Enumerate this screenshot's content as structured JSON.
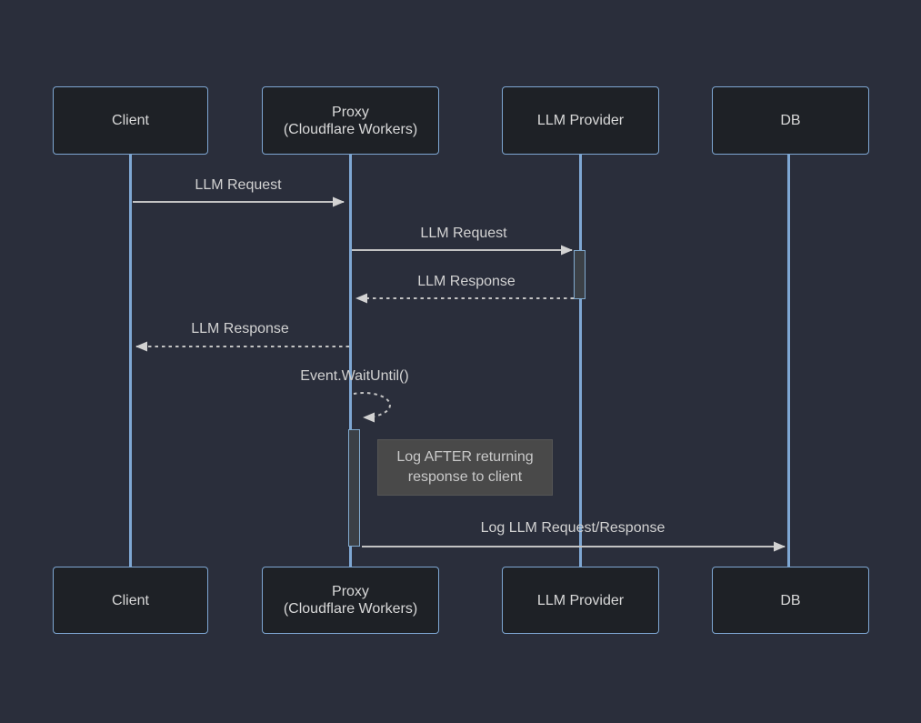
{
  "diagram": {
    "type": "sequence-diagram",
    "colors": {
      "background": "#2a2e3b",
      "actor_fill": "#1e2126",
      "actor_border": "#7ea7d3",
      "actor_text": "#d9d9d9",
      "lifeline": "#7ea7d3",
      "signal_line": "#c3c3c3",
      "signal_text": "#d2d2d2",
      "activation_fill": "#3b4046",
      "activation_border": "#81aacf",
      "note_fill": "#494949",
      "note_text": "#c9c9c9"
    }
  },
  "actors": [
    {
      "id": "client",
      "label": "Client"
    },
    {
      "id": "proxy",
      "label": "Proxy\n(Cloudflare Workers)"
    },
    {
      "id": "llm-provider",
      "label": "LLM Provider"
    },
    {
      "id": "db",
      "label": "DB"
    }
  ],
  "messages": [
    {
      "from": "client",
      "to": "proxy",
      "label": "LLM Request",
      "style": "solid"
    },
    {
      "from": "proxy",
      "to": "llm-provider",
      "label": "LLM Request",
      "style": "solid"
    },
    {
      "from": "llm-provider",
      "to": "proxy",
      "label": "LLM Response",
      "style": "dashed"
    },
    {
      "from": "proxy",
      "to": "client",
      "label": "LLM Response",
      "style": "dashed"
    },
    {
      "from": "proxy",
      "to": "proxy",
      "label": "Event.WaitUntil()",
      "style": "dashed-self-loop"
    },
    {
      "from": "proxy",
      "to": "db",
      "label": "Log LLM Request/Response",
      "style": "solid"
    }
  ],
  "note": {
    "attached_to": "proxy",
    "text": "Log AFTER returning\nresponse to client"
  }
}
